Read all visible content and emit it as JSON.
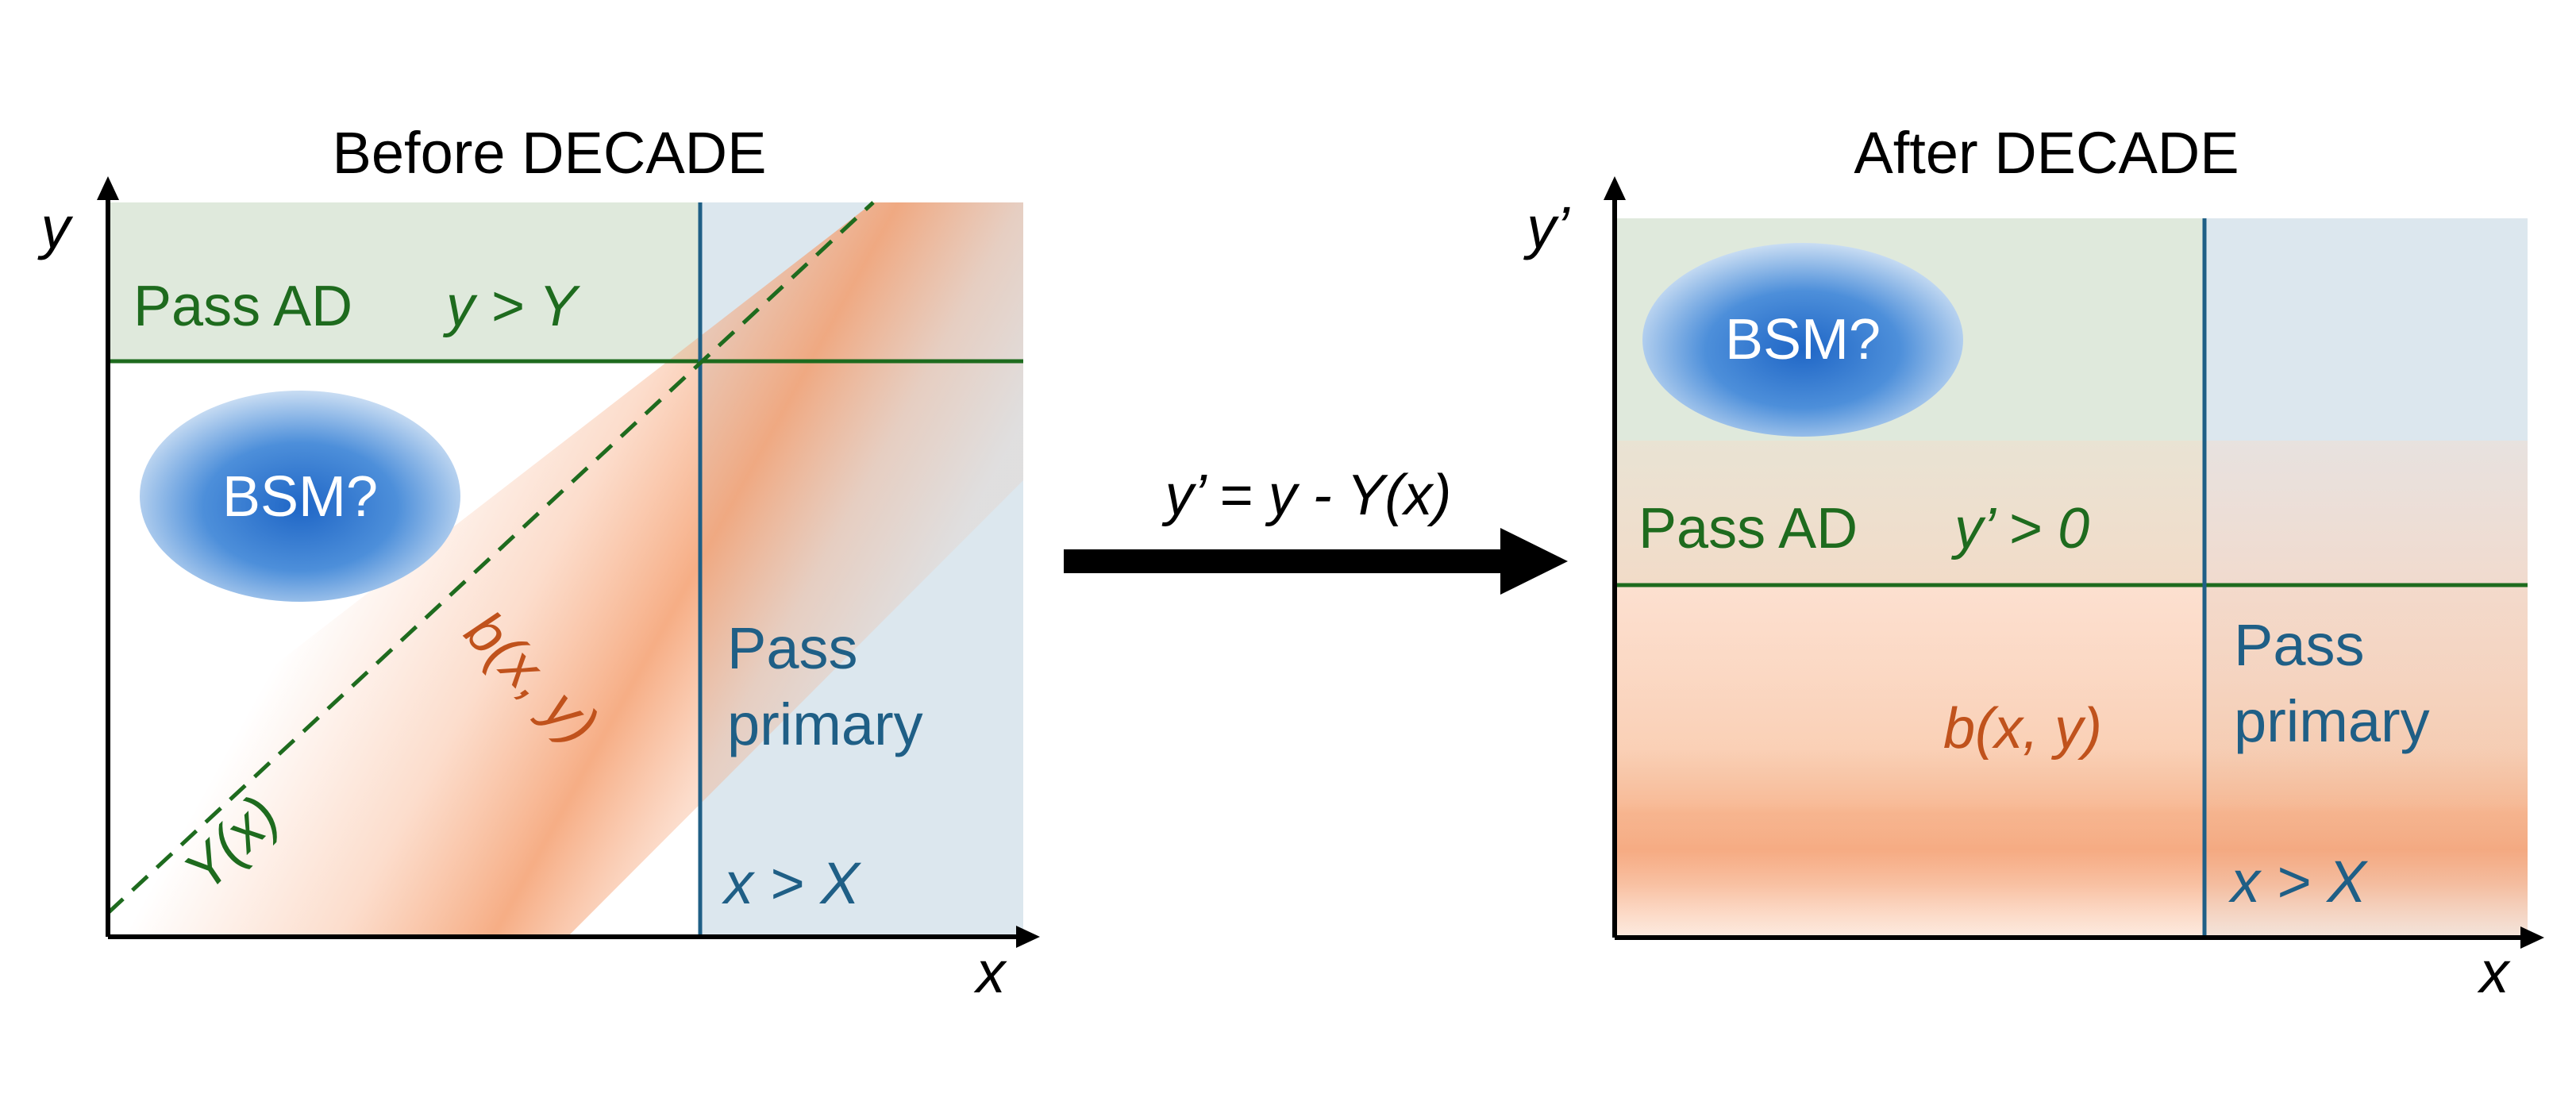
{
  "left_panel": {
    "title": "Before DECADE",
    "axis_y": "y",
    "axis_x": "x",
    "pass_ad_label": "Pass AD",
    "pass_ad_condition": "y > Y",
    "bsm_label": "BSM?",
    "background_label": "b(x, y)",
    "threshold_curve_label": "Y(x)",
    "pass_primary_line1": "Pass",
    "pass_primary_line2": "primary",
    "primary_condition": "x > X"
  },
  "transform": {
    "equation": "y’ = y - Y(x)",
    "arrow": "right-arrow-icon"
  },
  "right_panel": {
    "title": "After DECADE",
    "axis_y": "y’",
    "axis_x": "x",
    "bsm_label": "BSM?",
    "pass_ad_label": "Pass AD",
    "pass_ad_condition": "y’ > 0",
    "background_label": "b(x, y)",
    "pass_primary_line1": "Pass",
    "pass_primary_line2": "primary",
    "primary_condition": "x > X"
  },
  "colors": {
    "ad_green": "#1e6b1e",
    "ad_region": "#dfe9dc",
    "primary_blue": "#1f5f86",
    "primary_region": "#dce7ee",
    "background_orange": "#f4a070",
    "background_text": "#c0521c",
    "bsm_blue": "#2a72c8"
  }
}
